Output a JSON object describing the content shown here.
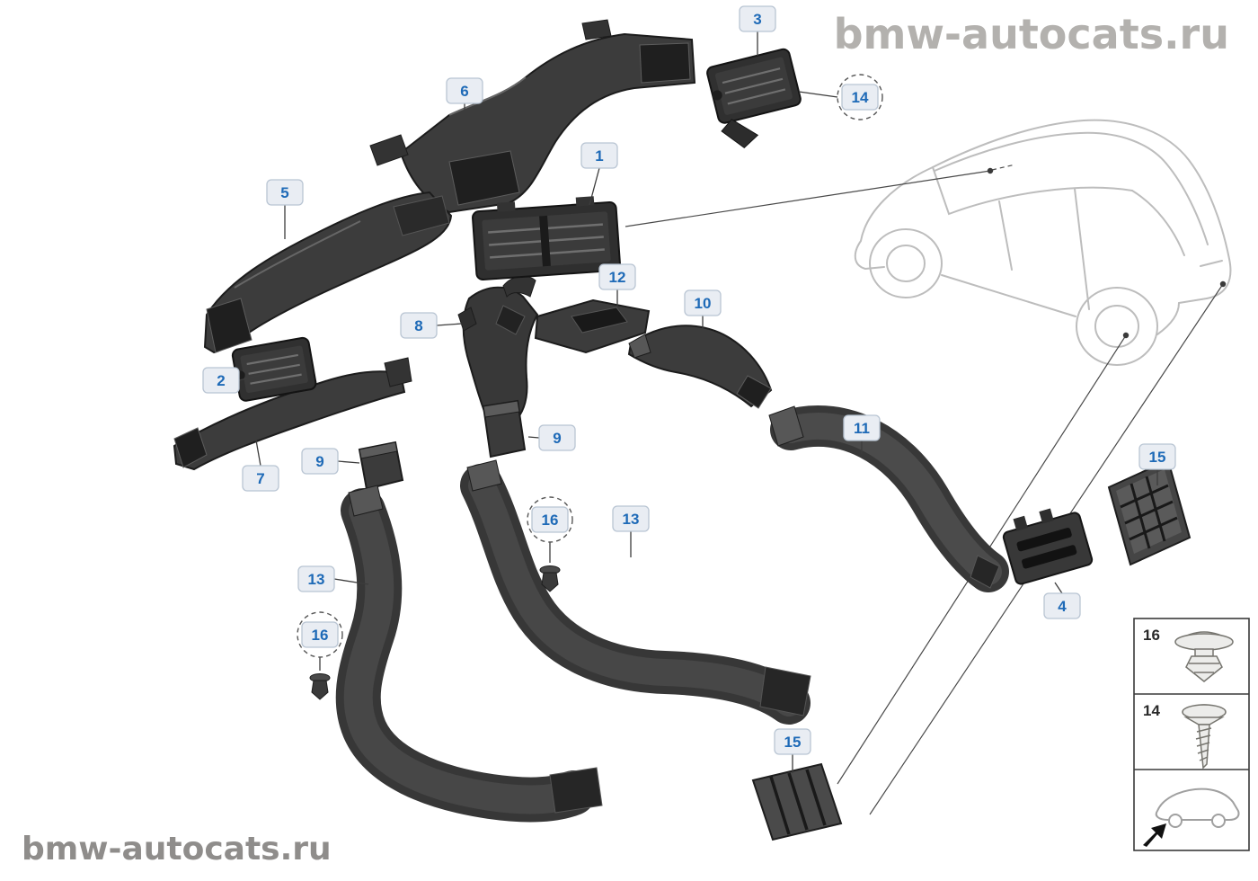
{
  "watermarks": {
    "top_right": "bmw-autocats.ru",
    "bottom_left": "bmw-autocats.ru"
  },
  "callouts": [
    {
      "num": "6",
      "circled": false
    },
    {
      "num": "3",
      "circled": false
    },
    {
      "num": "14",
      "circled": true
    },
    {
      "num": "1",
      "circled": false
    },
    {
      "num": "5",
      "circled": false
    },
    {
      "num": "12",
      "circled": false
    },
    {
      "num": "10",
      "circled": false
    },
    {
      "num": "8",
      "circled": false
    },
    {
      "num": "2",
      "circled": false
    },
    {
      "num": "9",
      "circled": false
    },
    {
      "num": "7",
      "circled": false
    },
    {
      "num": "9",
      "circled": false
    },
    {
      "num": "11",
      "circled": false
    },
    {
      "num": "15",
      "circled": false
    },
    {
      "num": "16",
      "circled": true
    },
    {
      "num": "13",
      "circled": false
    },
    {
      "num": "13",
      "circled": false
    },
    {
      "num": "4",
      "circled": false
    },
    {
      "num": "16",
      "circled": true
    },
    {
      "num": "15",
      "circled": false
    }
  ],
  "legend": {
    "rows": [
      {
        "num": "16",
        "icon": "clip-fastener-icon"
      },
      {
        "num": "14",
        "icon": "screw-icon"
      },
      {
        "num": "",
        "icon": "car-direction-icon"
      }
    ]
  },
  "colors": {
    "part_dark": "#3a3a3a",
    "callout_text": "#1e6ab7",
    "callout_bg": "#e9edf3",
    "sketch_gray": "#bdbdbd",
    "watermark_gray": "#b3b1ae"
  }
}
